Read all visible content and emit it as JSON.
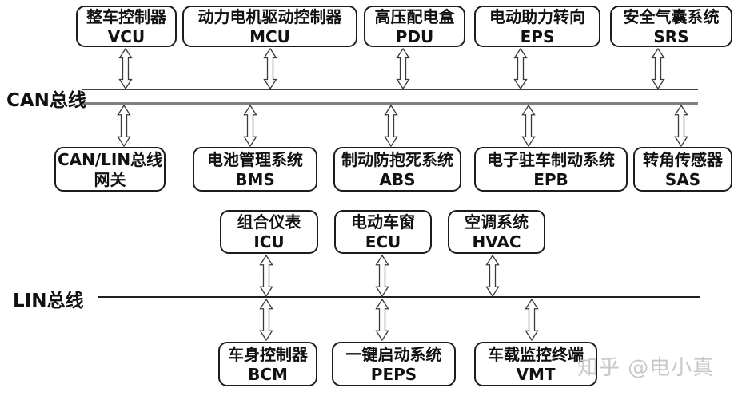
{
  "buses": {
    "can": {
      "label": "CAN总线"
    },
    "lin": {
      "label": "LIN总线"
    }
  },
  "nodes": {
    "vcu": {
      "line1": "整车控制器",
      "line2": "VCU"
    },
    "mcu": {
      "line1": "动力电机驱动控制器",
      "line2": "MCU"
    },
    "pdu": {
      "line1": "高压配电盒",
      "line2": "PDU"
    },
    "eps": {
      "line1": "电动助力转向",
      "line2": "EPS"
    },
    "srs": {
      "line1": "安全气囊系统",
      "line2": "SRS"
    },
    "gateway": {
      "line1": "CAN/LIN总线",
      "line2": "网关"
    },
    "bms": {
      "line1": "电池管理系统",
      "line2": "BMS"
    },
    "abs": {
      "line1": "制动防抱死系统",
      "line2": "ABS"
    },
    "epb": {
      "line1": "电子驻车制动系统",
      "line2": "EPB"
    },
    "sas": {
      "line1": "转角传感器",
      "line2": "SAS"
    },
    "icu": {
      "line1": "组合仪表",
      "line2": "ICU"
    },
    "ecu": {
      "line1": "电动车窗",
      "line2": "ECU"
    },
    "hvac": {
      "line1": "空调系统",
      "line2": "HVAC"
    },
    "bcm": {
      "line1": "车身控制器",
      "line2": "BCM"
    },
    "peps": {
      "line1": "一键启动系统",
      "line2": "PEPS"
    },
    "vmt": {
      "line1": "车载监控终端",
      "line2": "VMT"
    }
  },
  "watermark": "知乎 @电小真",
  "colors": {
    "background": "#ffffff",
    "box_border": "#1c1c1c",
    "text": "#111111",
    "can_line_top": "#404040",
    "can_line_bottom": "#808080",
    "lin_line": "#202020",
    "watermark": "#c8c8c8"
  }
}
